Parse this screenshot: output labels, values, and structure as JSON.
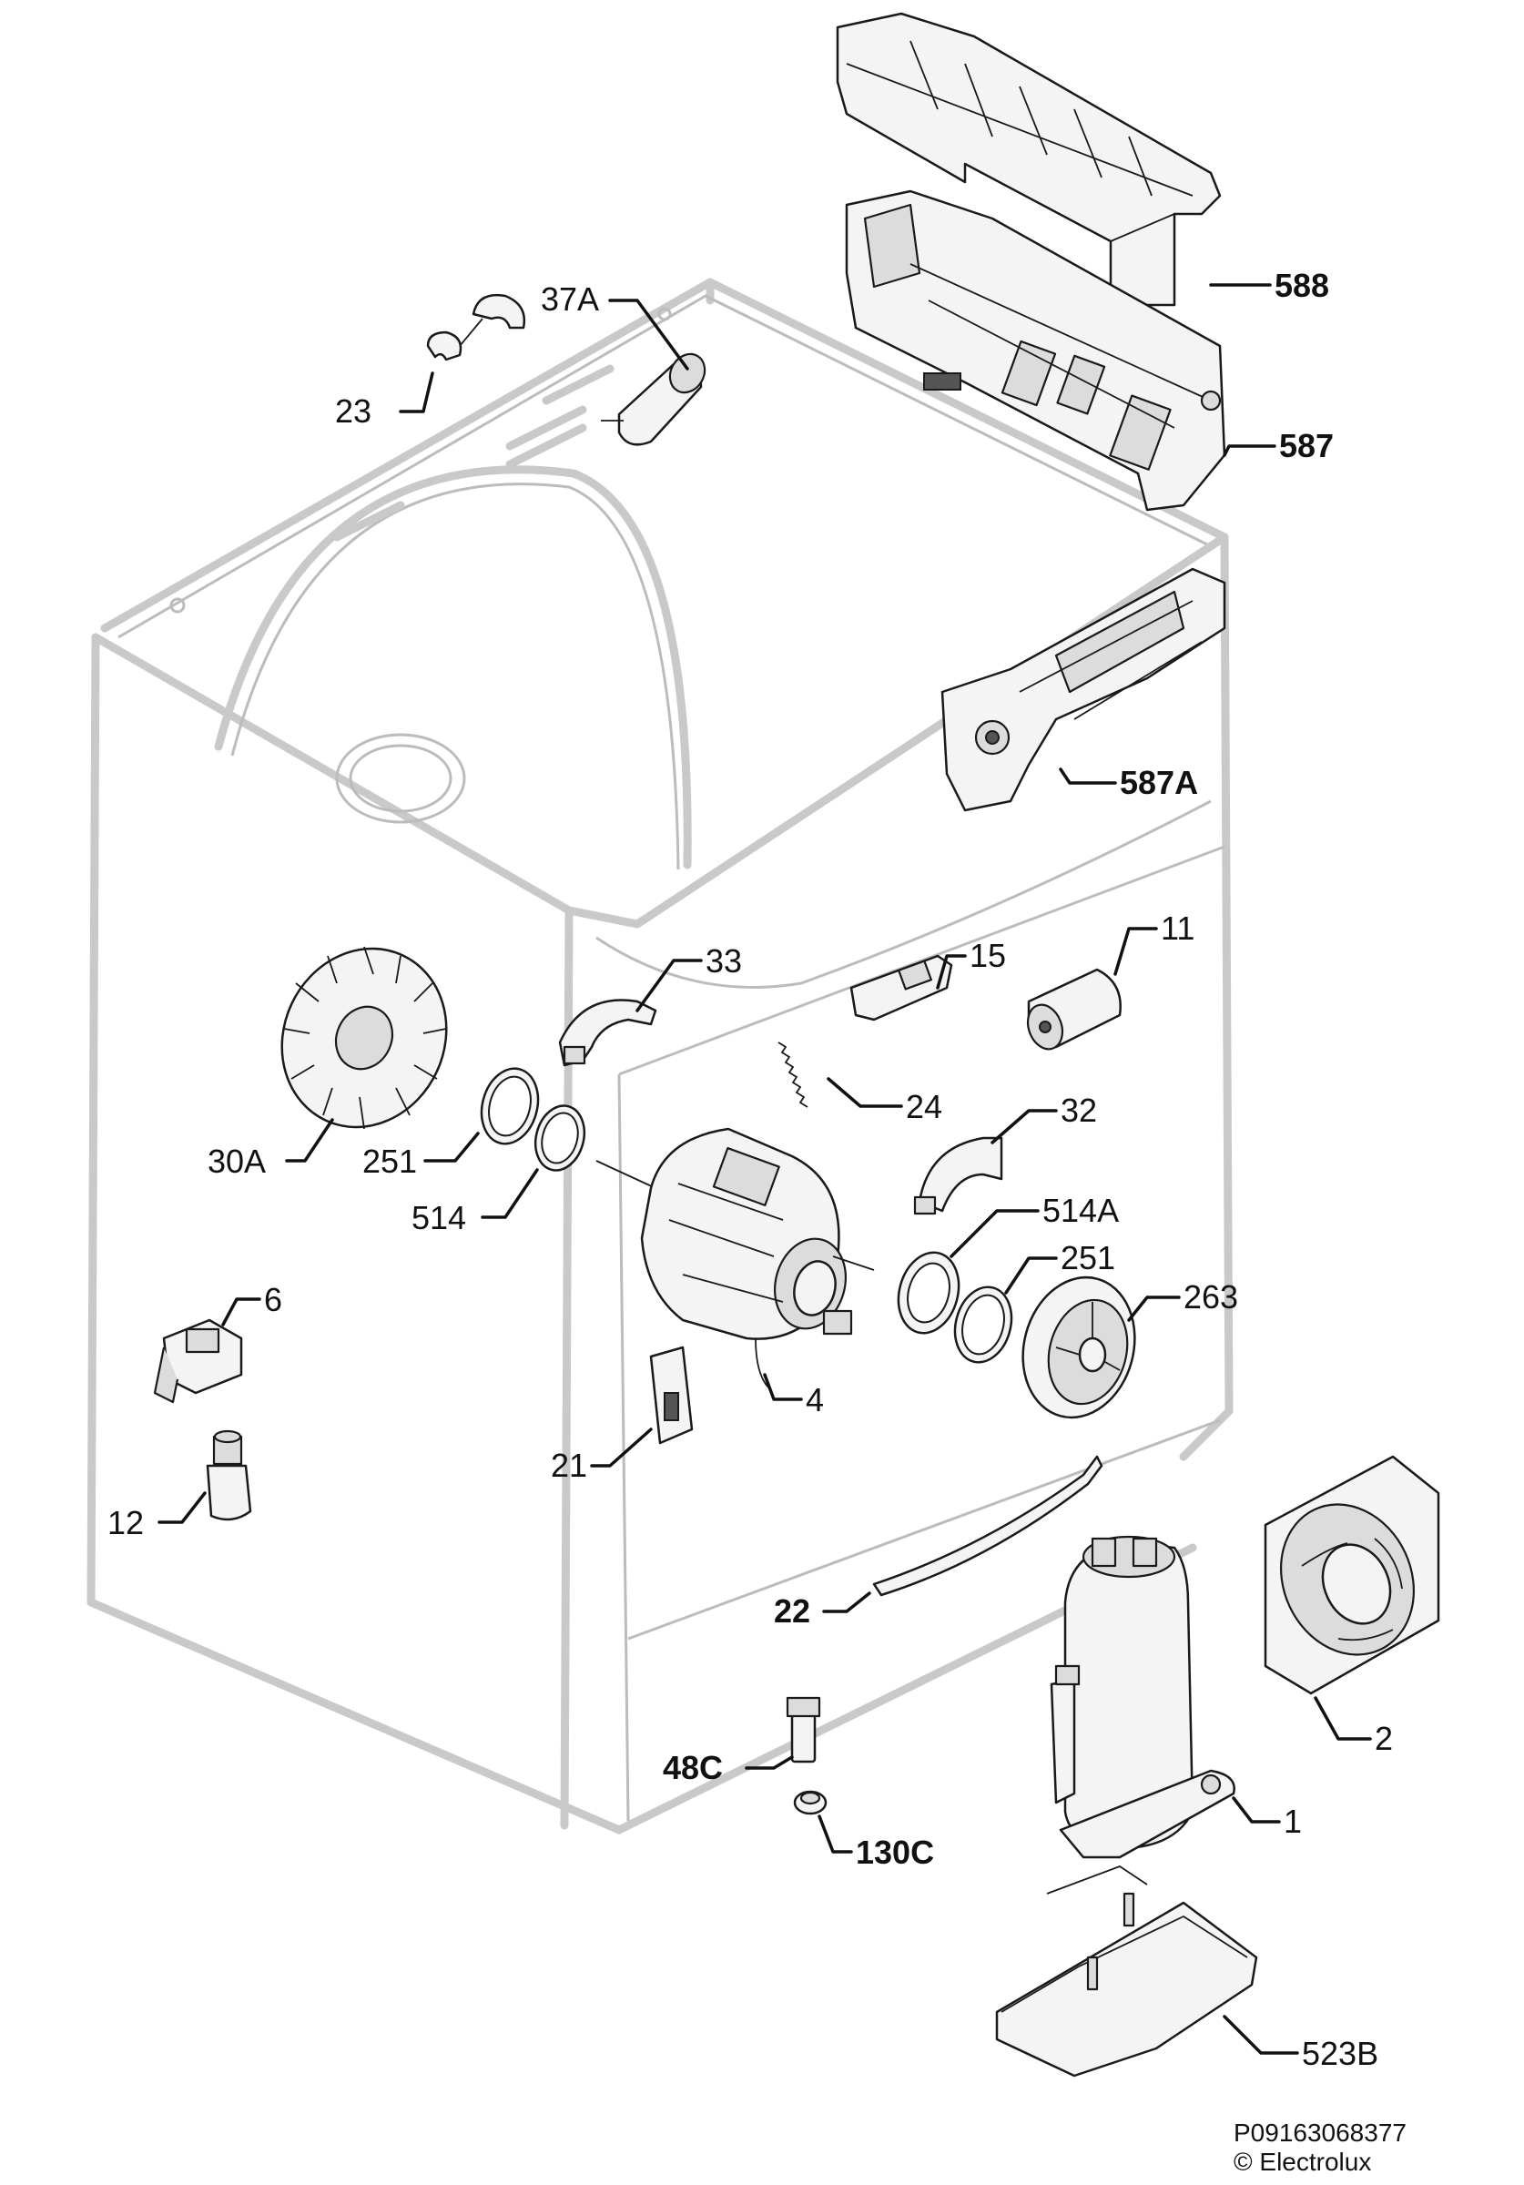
{
  "labels": {
    "l588": "588",
    "l587": "587",
    "l37A": "37A",
    "l23": "23",
    "l587A": "587A",
    "l33": "33",
    "l15": "15",
    "l11": "11",
    "l24": "24",
    "l30A": "30A",
    "l251a": "251",
    "l514": "514",
    "l32": "32",
    "l514A": "514A",
    "l251b": "251",
    "l263": "263",
    "l6": "6",
    "l4": "4",
    "l21": "21",
    "l12": "12",
    "l22": "22",
    "l2": "2",
    "l48C": "48C",
    "l1": "1",
    "l130C": "130C",
    "l523B": "523B"
  },
  "footer": {
    "code": "P09163068377",
    "copyright": "© Electrolux"
  }
}
